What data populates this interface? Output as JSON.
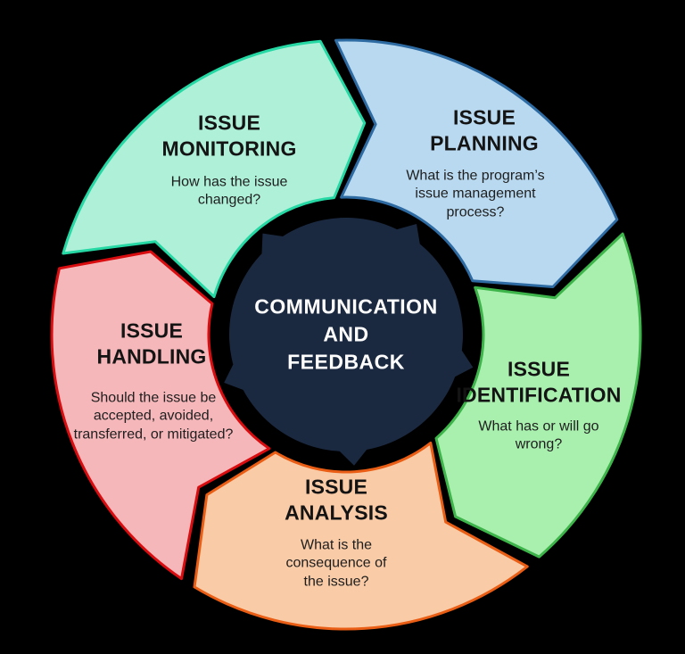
{
  "background": "#000000",
  "center": {
    "line1": "COMMUNICATION",
    "line2": "AND",
    "line3": "FEEDBACK",
    "fill": "#1b2940"
  },
  "text_colors": {
    "segment_title": "#141414",
    "segment_question": "#1e1e1e",
    "center_text": "#ffffff"
  },
  "segments": [
    {
      "id": "issue-monitoring",
      "title_line1": "ISSUE",
      "title_line2": "MONITORING",
      "question": "How has the issue changed?",
      "fill": "#aff0d9",
      "stroke": "#25d8a4"
    },
    {
      "id": "issue-planning",
      "title_line1": "ISSUE",
      "title_line2": "PLANNING",
      "question": "What is the program’s issue management process?",
      "fill": "#b9d9f0",
      "stroke": "#2e6ba3"
    },
    {
      "id": "issue-identification",
      "title_line1": "ISSUE",
      "title_line2": "IDENTIFICATION",
      "question": "What has or will go wrong?",
      "fill": "#a9f0af",
      "stroke": "#3eb54a"
    },
    {
      "id": "issue-analysis",
      "title_line1": "ISSUE",
      "title_line2": "ANALYSIS",
      "question": "What is the consequence of the issue?",
      "fill": "#f9cba7",
      "stroke": "#e95e14"
    },
    {
      "id": "issue-handling",
      "title_line1": "ISSUE",
      "title_line2": "HANDLING",
      "question": "Should the issue be accepted, avoided, transferred, or mitigated?",
      "fill": "#f5b7ba",
      "stroke": "#d90d10"
    }
  ]
}
